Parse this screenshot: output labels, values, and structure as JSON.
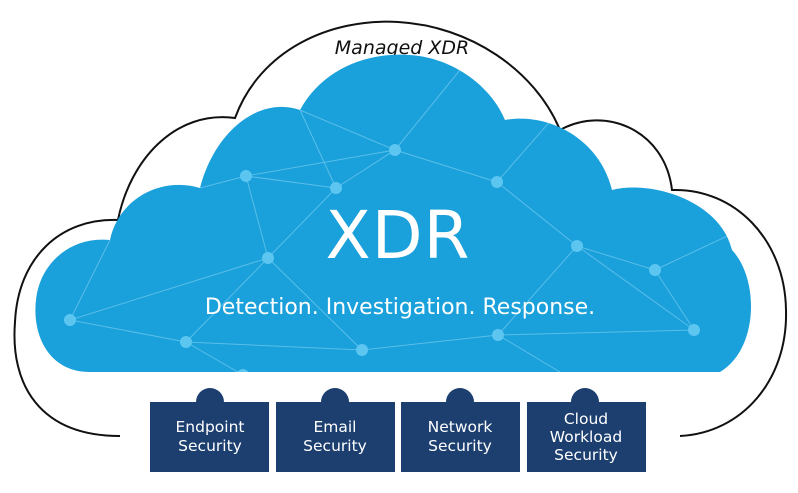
{
  "outer_label": "Managed XDR",
  "cloud": {
    "title": "XDR",
    "subtitle": "Detection. Investigation. Response."
  },
  "modules": [
    {
      "lines": [
        "Endpoint",
        "Security"
      ]
    },
    {
      "lines": [
        "Email",
        "Security"
      ]
    },
    {
      "lines": [
        "Network",
        "Security"
      ]
    },
    {
      "lines": [
        "Cloud",
        "Workload",
        "Security"
      ]
    }
  ],
  "colors": {
    "cloud_fill": "#1aa0db",
    "cloud_node": "#5cc6f0",
    "cloud_line": "#6fc9ee",
    "module_fill": "#1c3f70",
    "outline": "#111111"
  }
}
